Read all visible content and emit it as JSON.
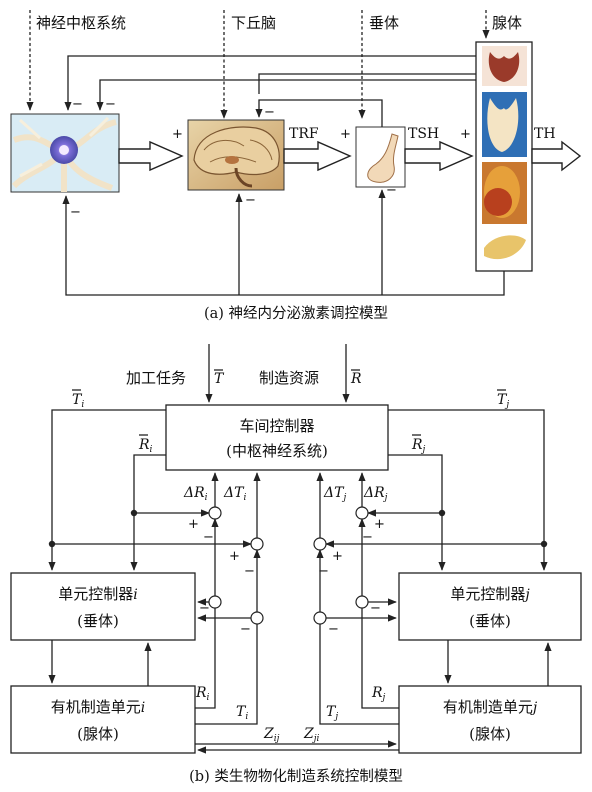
{
  "part_a": {
    "labels": {
      "cns": "神经中枢系统",
      "hypothalamus": "下丘脑",
      "pituitary": "垂体",
      "gland": "腺体"
    },
    "signals": {
      "trf": "TRF",
      "tsh": "TSH",
      "th": "TH"
    },
    "signs": {
      "plus": "+",
      "minus": "−"
    },
    "caption": "(a)  神经内分泌激素调控模型"
  },
  "part_b": {
    "inputs": {
      "task": "加工任务",
      "task_sym": "T",
      "resource": "制造资源",
      "resource_sym": "R"
    },
    "workshop": {
      "line1": "车间控制器",
      "line2": "(中枢神经系统)"
    },
    "unit_i": {
      "line1": "单元控制器",
      "idx": "i",
      "line2": "(垂体)"
    },
    "unit_j": {
      "line1": "单元控制器",
      "idx": "j",
      "line2": "(垂体)"
    },
    "cell_i": {
      "line1": "有机制造单元",
      "idx": "i",
      "line2": "(腺体)"
    },
    "cell_j": {
      "line1": "有机制造单元",
      "idx": "j",
      "line2": "(腺体)"
    },
    "symbols": {
      "T": "T",
      "R": "R",
      "Z": "Z",
      "delta": "Δ",
      "i": "i",
      "j": "j",
      "ij": "ij",
      "ji": "ji"
    },
    "caption": "(b)  类生物物化制造系统控制模型"
  }
}
